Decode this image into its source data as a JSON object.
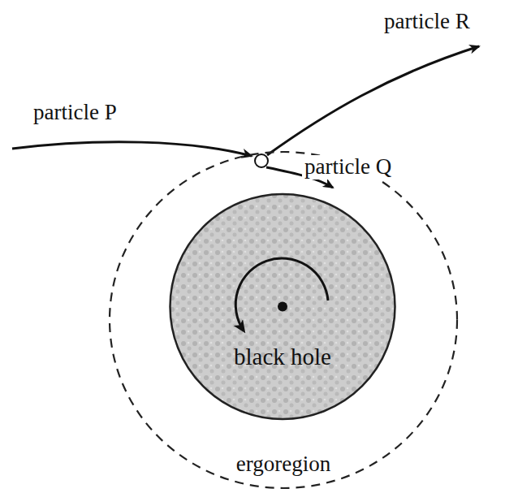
{
  "diagram": {
    "nodes": [
      {
        "text": [
          "ergoregion"
        ]
      },
      {
        "text": [
          "black hole"
        ],
        "in": 0
      }
    ],
    "labels": [
      "particle R",
      "particle P",
      "particle Q"
    ]
  }
}
